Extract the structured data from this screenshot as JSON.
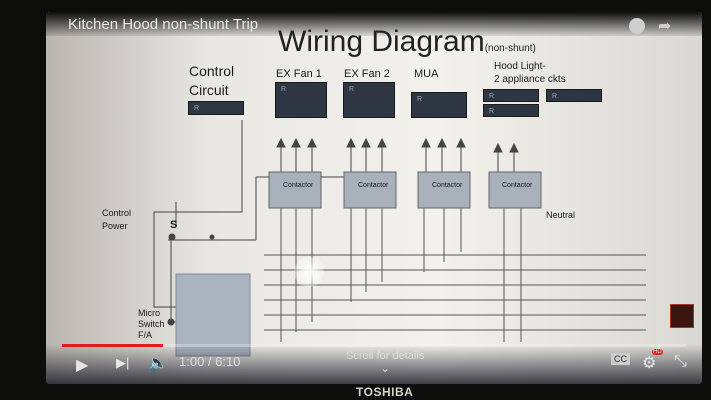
{
  "video": {
    "title": "Kitchen Hood non-shunt Trip",
    "current_time": "1:00",
    "duration": "6:10",
    "time_display": "1:00 / 6:10",
    "progress_percent": 16.2,
    "scroll_hint": "Scroll for details",
    "accent": "#e21c1c"
  },
  "slide": {
    "heading": "Wiring Diagram",
    "heading_note": "(non-shunt)",
    "control_circuit": [
      "Control",
      "Circuit"
    ],
    "panels": [
      "EX Fan 1",
      "EX Fan 2",
      "MUA"
    ],
    "hood_light": [
      "Hood Light-",
      "2 appliance ckts"
    ],
    "breaker_mark": "R",
    "contactor": "Contactor",
    "control_power": [
      "Control",
      "Power"
    ],
    "switch": "S",
    "neutral": "Neutral",
    "micro_switch": [
      "Micro",
      "Switch",
      "F/A"
    ]
  },
  "controls": {
    "cc": "CC",
    "hd": "HD"
  },
  "laptop": {
    "brand": "TOSHIBA"
  }
}
